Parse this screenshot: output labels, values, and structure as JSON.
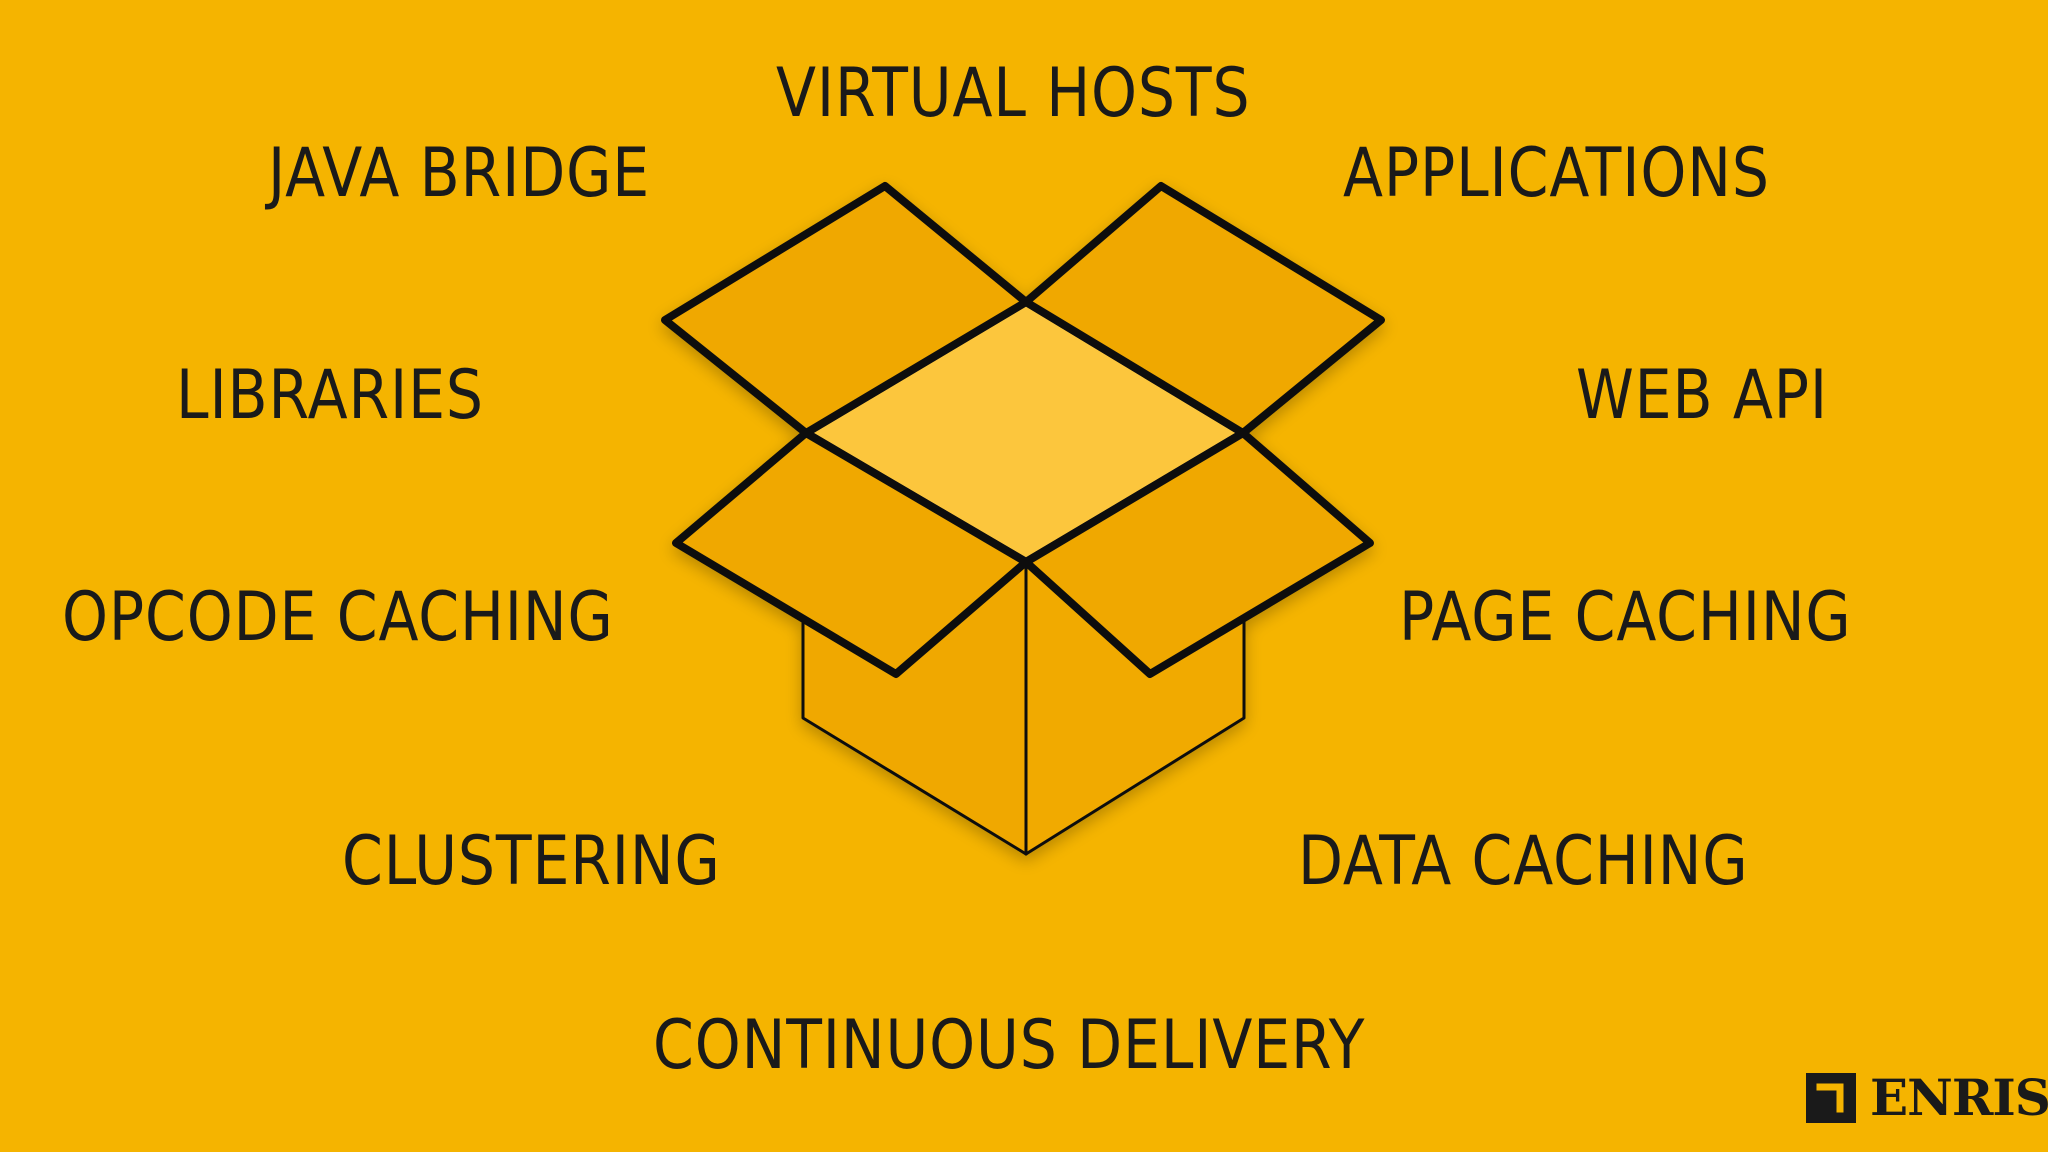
{
  "colors": {
    "background": "#f5b400",
    "text": "#1a1a1a",
    "box_side_left": "#f0a800",
    "box_side_right": "#f1aa00",
    "box_inside": "#fcc63e",
    "flap": "#f0a800"
  },
  "labels": {
    "virtual_hosts": "VIRTUAL HOSTS",
    "java_bridge": "JAVA BRIDGE",
    "applications": "APPLICATIONS",
    "libraries": "LIBRARIES",
    "web_api": "WEB API",
    "opcode_caching": "OPCODE CACHING",
    "page_caching": "PAGE CACHING",
    "clustering": "CLUSTERING",
    "data_caching": "DATA CACHING",
    "continuous_delivery": "CONTINUOUS DELIVERY"
  },
  "central_graphic": {
    "icon": "open-box-icon"
  },
  "logo": {
    "text": "ENRISE",
    "icon": "enrise-mark-icon"
  }
}
